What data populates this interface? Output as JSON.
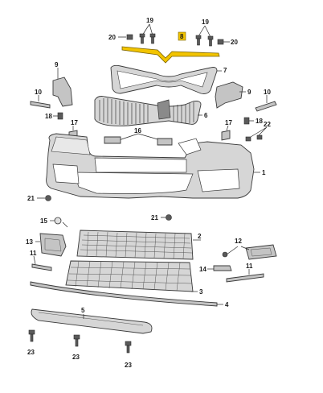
{
  "callouts": {
    "c1": "1",
    "c2": "2",
    "c3": "3",
    "c4": "4",
    "c5": "5",
    "c6": "6",
    "c7": "7",
    "c8": "8",
    "c9a": "9",
    "c9b": "9",
    "c10a": "10",
    "c10b": "10",
    "c11a": "11",
    "c11b": "11",
    "c12": "12",
    "c13": "13",
    "c14": "14",
    "c15": "15",
    "c16": "16",
    "c17a": "17",
    "c17b": "17",
    "c18a": "18",
    "c18b": "18",
    "c19a": "19",
    "c19b": "19",
    "c20a": "20",
    "c20b": "20",
    "c21a": "21",
    "c21b": "21",
    "c22": "22",
    "c23a": "23",
    "c23b": "23",
    "c23c": "23"
  },
  "colors": {
    "highlight": "#f2c400",
    "part_fill": "#d6d6d6",
    "outline": "#3a3a3a"
  }
}
